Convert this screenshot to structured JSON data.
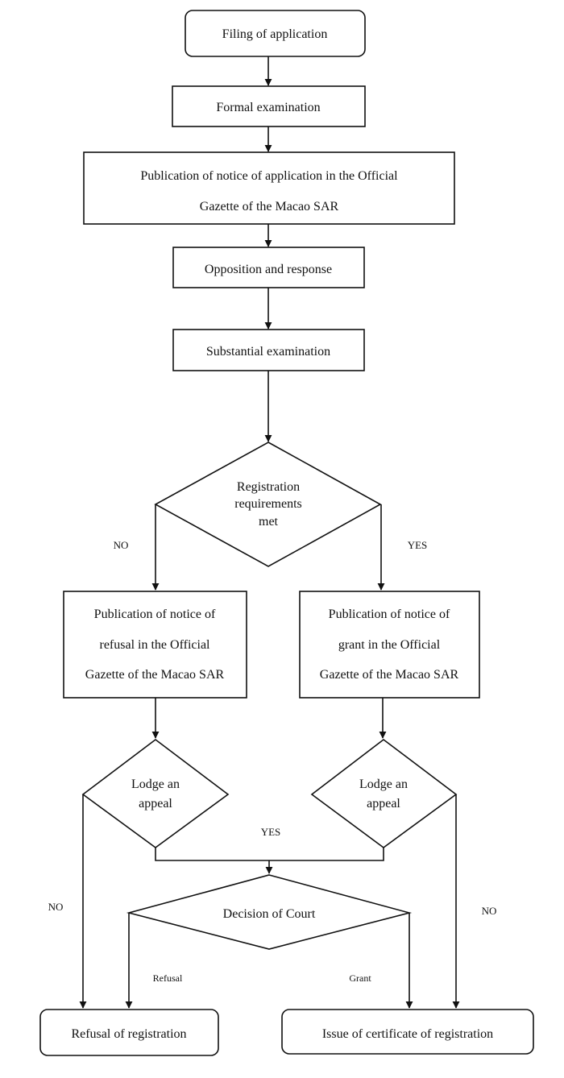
{
  "nodes": {
    "filing": "Filing of application",
    "formal_exam": "Formal examination",
    "publication_line1": "Publication of notice of application in the Official",
    "publication_line2": "Gazette of the Macao SAR",
    "opposition": "Opposition and response",
    "substantial_exam": "Substantial examination",
    "requirements_line1": "Registration",
    "requirements_line2": "requirements",
    "requirements_line3": "met",
    "refusal_notice_line1": "Publication of notice of",
    "refusal_notice_line2": "refusal in the Official",
    "refusal_notice_line3": "Gazette of the Macao SAR",
    "grant_notice_line1": "Publication of notice of",
    "grant_notice_line2": "grant in the Official",
    "grant_notice_line3": "Gazette of the Macao SAR",
    "appeal_left_line1": "Lodge an",
    "appeal_left_line2": "appeal",
    "appeal_right_line1": "Lodge an",
    "appeal_right_line2": "appeal",
    "court_decision": "Decision of Court",
    "refusal_registration": "Refusal of registration",
    "issue_certificate": "Issue of certificate of registration"
  },
  "edge_labels": {
    "requirements_no": "NO",
    "requirements_yes": "YES",
    "appeal_yes": "YES",
    "appeal_left_no": "NO",
    "appeal_right_no": "NO",
    "court_refusal": "Refusal",
    "court_grant": "Grant"
  }
}
